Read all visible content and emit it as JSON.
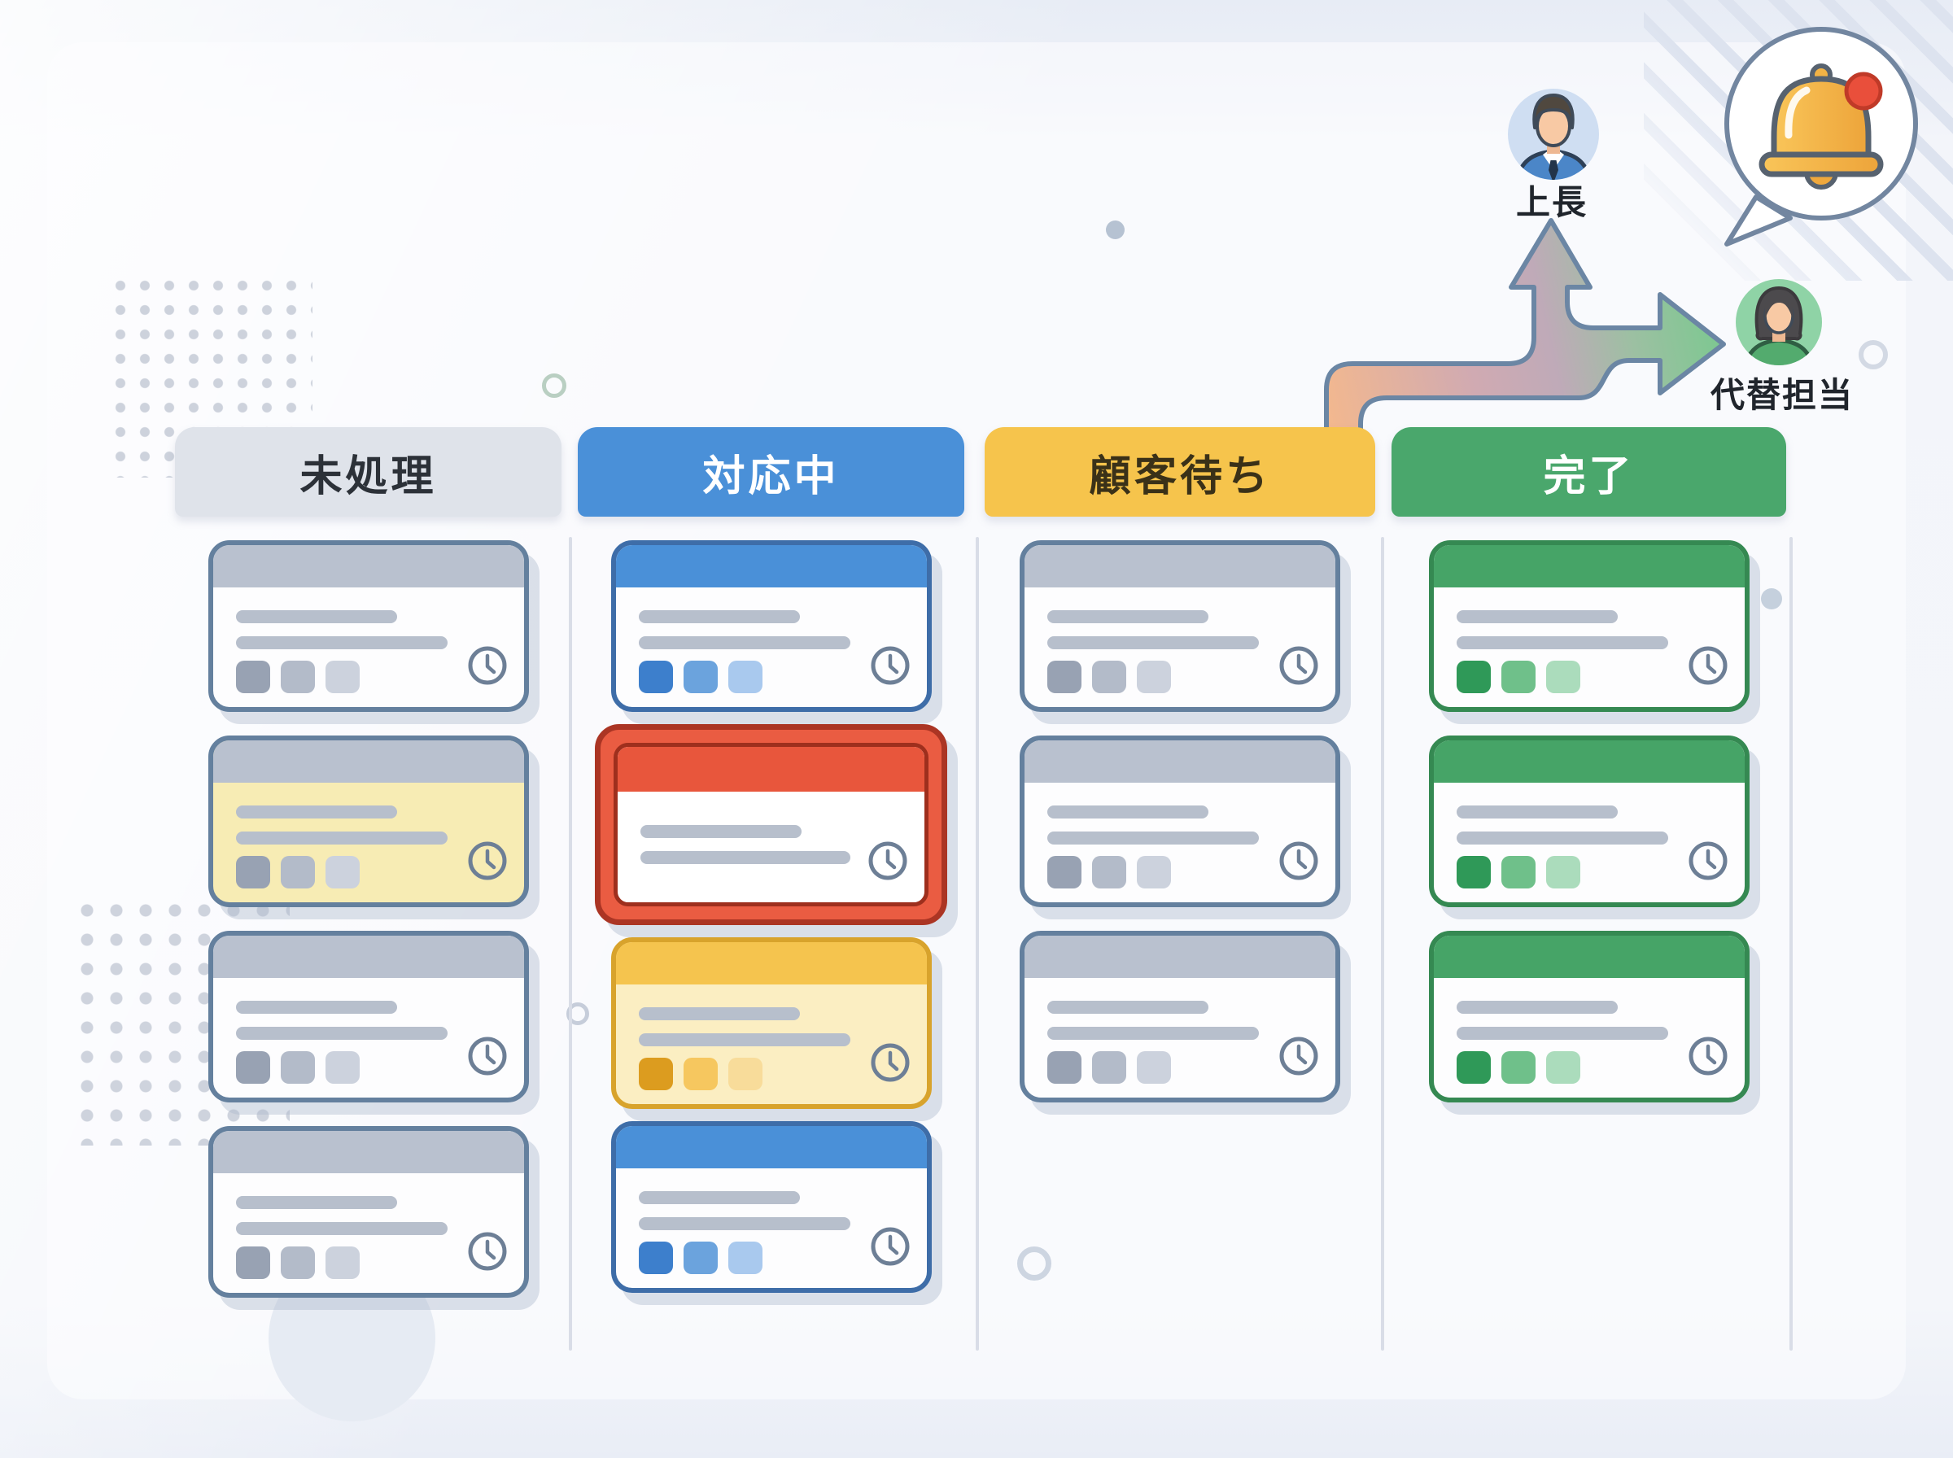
{
  "board": {
    "columns": [
      {
        "id": "untreated",
        "label": "未処理",
        "header_variant": "gray",
        "cards": [
          {
            "header": "gray",
            "body": "white",
            "chips": "gray",
            "lines": 2,
            "icon": "clock"
          },
          {
            "header": "gray",
            "body": "yellow",
            "chips": "gray",
            "lines": 2,
            "icon": "clock"
          },
          {
            "header": "gray",
            "body": "white",
            "chips": "gray",
            "lines": 2,
            "icon": "clock"
          },
          {
            "header": "gray",
            "body": "white",
            "chips": "gray",
            "lines": 2,
            "icon": "clock"
          }
        ]
      },
      {
        "id": "in-progress",
        "label": "対応中",
        "header_variant": "blue",
        "cards": [
          {
            "header": "blue",
            "body": "white",
            "chips": "blue",
            "lines": 2,
            "icon": "clock"
          },
          {
            "header": "red",
            "body": "white",
            "chips": "none",
            "lines": 2,
            "icon": "clock",
            "alert": true
          },
          {
            "header": "yellow",
            "body": "cream",
            "chips": "yellow",
            "lines": 2,
            "icon": "clock"
          },
          {
            "header": "blue",
            "body": "white",
            "chips": "blue",
            "lines": 2,
            "icon": "clock"
          }
        ]
      },
      {
        "id": "waiting-customer",
        "label": "顧客待ち",
        "header_variant": "yellow",
        "cards": [
          {
            "header": "gray",
            "body": "white",
            "chips": "gray",
            "lines": 2,
            "icon": "clock"
          },
          {
            "header": "gray",
            "body": "white",
            "chips": "gray",
            "lines": 2,
            "icon": "clock"
          },
          {
            "header": "gray",
            "body": "white",
            "chips": "gray",
            "lines": 2,
            "icon": "clock"
          }
        ]
      },
      {
        "id": "done",
        "label": "完了",
        "header_variant": "green",
        "cards": [
          {
            "header": "green",
            "body": "white",
            "chips": "green",
            "lines": 2,
            "icon": "clock"
          },
          {
            "header": "green",
            "body": "white",
            "chips": "green",
            "lines": 2,
            "icon": "clock"
          },
          {
            "header": "green",
            "body": "white",
            "chips": "green",
            "lines": 2,
            "icon": "clock"
          }
        ]
      }
    ]
  },
  "escalation": {
    "supervisor_label": "上長",
    "substitute_label": "代替担当",
    "notification_icon": "bell-with-red-badge"
  },
  "colors": {
    "header_gray": "#dfe3ea",
    "header_blue": "#4a90d8",
    "header_yellow": "#f6c44c",
    "header_green": "#4aa76c",
    "card_border": "#64809e",
    "alert_red": "#ea5c42",
    "alert_border": "#ab3524",
    "arrow_outline": "#6b86a4",
    "arrow_start_orange": "#f3b88e",
    "arrow_mid_mauve": "#c3aab6",
    "arrow_end_green": "#7cc890",
    "bell_yellow": "#f7bd4b",
    "badge_red": "#e94f3b",
    "supervisor_bg": "#cfdef2",
    "substitute_bg": "#8fd3a6"
  }
}
